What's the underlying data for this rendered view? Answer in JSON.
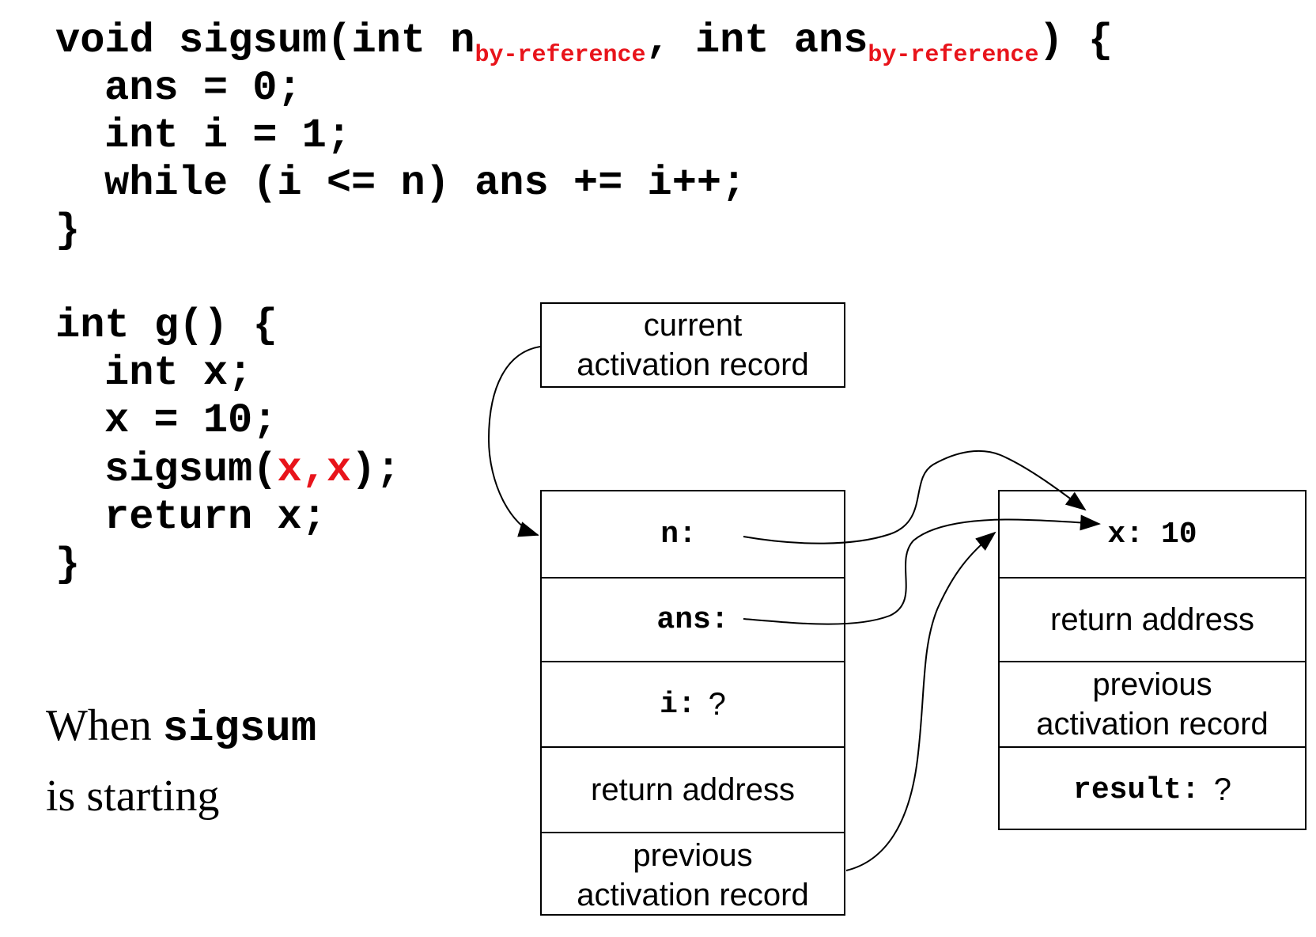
{
  "code": {
    "l1_pre": "void sigsum(int n",
    "l1_sub1": "by-reference",
    "l1_mid": ", int ans",
    "l1_sub2": "by-reference",
    "l1_post": ") {",
    "l2": "ans = 0;",
    "l3": "int i = 1;",
    "l4": "while (i <= n) ans += i++;",
    "l5": "}",
    "l6": "int g() {",
    "l7": "int x;",
    "l8": "x = 10;",
    "l9_pre": "sigsum(",
    "l9_arg1": "x",
    "l9_comma": ",",
    "l9_arg2": "x",
    "l9_post": ");",
    "l10": "return x;",
    "l11": "}"
  },
  "caption": {
    "when": "When ",
    "fn": "sigsum",
    "line2": "is starting"
  },
  "current_ar": {
    "line1": "current",
    "line2": "activation record"
  },
  "sigsum_ar": {
    "n_label": "n:",
    "ans_label": "ans:",
    "i_label": "i:",
    "i_value": "?",
    "return_address": "return address",
    "prev_line1": "previous",
    "prev_line2": "activation record"
  },
  "g_ar": {
    "x_label": "x:",
    "x_value": "10",
    "return_address": "return address",
    "prev_line1": "previous",
    "prev_line2": "activation record",
    "result_label": "result:",
    "result_value": "?"
  },
  "colors": {
    "highlight": "#e8141b",
    "ink": "#000000"
  }
}
